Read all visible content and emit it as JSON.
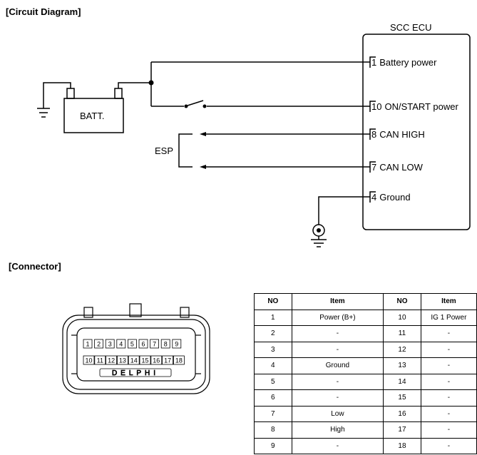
{
  "headings": {
    "circuit": "[Circuit Diagram]",
    "connector": "[Connector]"
  },
  "circuit": {
    "ecu_title": "SCC ECU",
    "battery_label": "BATT.",
    "esp_label": "ESP",
    "pins": [
      {
        "num": "1",
        "label": "Battery power"
      },
      {
        "num": "10",
        "label": "ON/START power"
      },
      {
        "num": "8",
        "label": "CAN HIGH"
      },
      {
        "num": "7",
        "label": "CAN LOW"
      },
      {
        "num": "4",
        "label": "Ground"
      }
    ]
  },
  "connector": {
    "brand": "DELPHI",
    "top_row": [
      "1",
      "2",
      "3",
      "4",
      "5",
      "6",
      "7",
      "8",
      "9"
    ],
    "bottom_row": [
      "10",
      "11",
      "12",
      "13",
      "14",
      "15",
      "16",
      "17",
      "18"
    ]
  },
  "pin_table": {
    "headers": [
      "NO",
      "Item",
      "NO",
      "Item"
    ],
    "rows": [
      [
        "1",
        "Power (B+)",
        "10",
        "IG 1 Power"
      ],
      [
        "2",
        "-",
        "11",
        "-"
      ],
      [
        "3",
        "-",
        "12",
        "-"
      ],
      [
        "4",
        "Ground",
        "13",
        "-"
      ],
      [
        "5",
        "-",
        "14",
        "-"
      ],
      [
        "6",
        "-",
        "15",
        "-"
      ],
      [
        "7",
        "Low",
        "16",
        "-"
      ],
      [
        "8",
        "High",
        "17",
        "-"
      ],
      [
        "9",
        "-",
        "18",
        "-"
      ]
    ]
  }
}
